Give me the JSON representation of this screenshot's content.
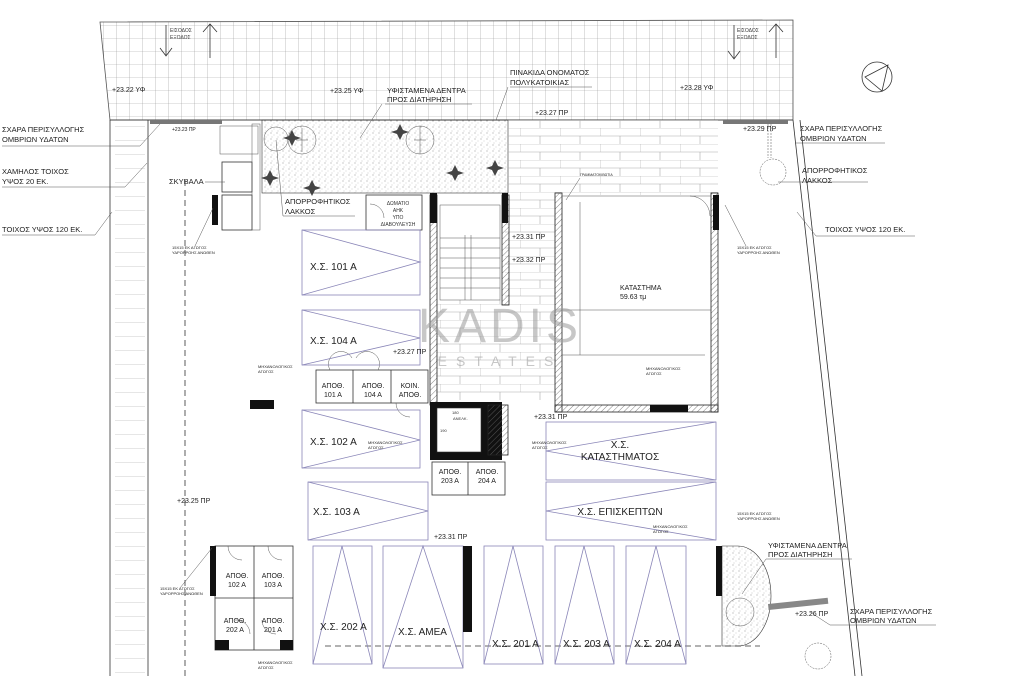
{
  "plan": {
    "entrances": [
      {
        "line1": "ΕΙΣΟΔΟΣ",
        "line2": "ΕΞΟΔΟΣ"
      },
      {
        "line1": "ΕΙΣΟΔΟΣ",
        "line2": "ΕΞΟΔΟΣ"
      }
    ],
    "levels": [
      "+23.22 ΥΦ",
      "+23.25 ΥΦ",
      "+23.28 ΥΦ",
      "+23.27 ΠΡ",
      "+23.23 ΠΡ",
      "+23.29 ΠΡ",
      "+23.31 ΠΡ",
      "+23.32 ΠΡ",
      "+23.27 ΠΡ",
      "+23.31 ΠΡ",
      "+23.25 ΠΡ",
      "+23.31 ΠΡ",
      "+23.26 ΠΡ"
    ],
    "annotations": {
      "grate_left": [
        "ΣΧΑΡΑ ΠΕΡΙΣΥΛΛΟΓΗΣ",
        "ΟΜΒΡΙΩΝ ΥΔΑΤΩΝ"
      ],
      "low_wall": [
        "ΧΑΜΗΛΟΣ ΤΟΙΧΟΣ",
        "ΥΨΟΣ 20 ΕΚ."
      ],
      "wall_left": "ΤΟΙΧΟΣ ΥΨΟΣ 120 ΕΚ.",
      "trash": "ΣΚΥΒΑΛΑ",
      "trees_top": [
        "ΥΦΙΣΤΑΜΕΝΑ ΔΕΝΤΡΑ",
        "ΠΡΟΣ ΔΙΑΤΗΡΗΣΗ"
      ],
      "sign": [
        "ΠΙΝΑΚΙΔΑ ΟΝΟΜΑΤΟΣ",
        "ΠΟΛΥΚΑΤΟΙΚΙΑΣ"
      ],
      "pit_left": [
        "ΑΠΟΡΡΟΦΗΤΙΚΟΣ",
        "ΛΑΚΚΟΣ"
      ],
      "grate_right": [
        "ΣΧΑΡΑ ΠΕΡΙΣΥΛΛΟΓΗΣ",
        "ΟΜΒΡΙΩΝ ΥΔΑΤΩΝ"
      ],
      "pit_right": [
        "ΑΠΟΡΡΟΦΗΤΙΚΟΣ",
        "ΛΑΚΚΟΣ"
      ],
      "wall_right": "ΤΟΙΧΟΣ ΥΨΟΣ 120 ΕΚ.",
      "trees_bottom": [
        "ΥΦΙΣΤΑΜΕΝΑ ΔΕΝΤΡΑ",
        "ΠΡΟΣ ΔΙΑΤΗΡΗΣΗ"
      ],
      "grate_bottom": [
        "ΣΧΑΡΑ ΠΕΡΙΣΥΛΛΟΓΗΣ",
        "ΟΜΒΡΙΩΝ ΥΔΑΤΩΝ"
      ],
      "mailboxes": "ΓΡΑΜΜΑΤΟΚΙΒΩΤΙΑ",
      "downpipe": [
        "15Χ15 ΕΚ ΑΓΩΓΟΣ",
        "ΥΔΡΟΡΡΟΗΣ ΑΝΩΘΕΝ"
      ],
      "mech_duct": [
        "ΜΗΧΑΝΟΛΟΓΙΚΟΣ",
        "ΑΓΩΓΟΣ"
      ]
    },
    "rooms": {
      "electric_room": [
        "ΔΩΜΑΤΙΟ",
        "ΑΗΚ",
        "ΥΠΟ",
        "ΔΙΑΒΟΥΛΕΥΣΗ"
      ],
      "shop": {
        "name": "ΚΑΤΑΣΤΗΜΑ",
        "area": "59.63 τμ"
      },
      "lift": "ΑΝΕΛΚ.",
      "lift_dims": [
        "180",
        "190"
      ],
      "storage": [
        [
          "ΑΠΟΘ.",
          "101 Α"
        ],
        [
          "ΑΠΟΘ.",
          "104 Α"
        ],
        [
          "ΚΟΙΝ.",
          "ΑΠΟΘ."
        ],
        [
          "ΑΠΟΘ.",
          "203 Α"
        ],
        [
          "ΑΠΟΘ.",
          "204 Α"
        ],
        [
          "ΑΠΟΘ.",
          "102 Α"
        ],
        [
          "ΑΠΟΘ.",
          "103 Α"
        ],
        [
          "ΑΠΟΘ.",
          "202 Α"
        ],
        [
          "ΑΠΟΘ.",
          "201 Α"
        ]
      ]
    },
    "parking": [
      "Χ.Σ. 101 Α",
      "Χ.Σ. 104 Α",
      "Χ.Σ. 102 Α",
      "Χ.Σ. 103 Α",
      "Χ.Σ.",
      "ΚΑΤΑΣΤΗΜΑΤΟΣ",
      "Χ.Σ. ΕΠΙΣΚΕΠΤΩΝ",
      "Χ.Σ. 202 Α",
      "Χ.Σ. ΑΜΕΑ",
      "Χ.Σ. 201 Α",
      "Χ.Σ. 203 Α",
      "Χ.Σ. 204 Α"
    ],
    "watermark": {
      "brand": "KADIS",
      "sub": "ESTATES"
    },
    "north_arrow": "north-arrow-icon",
    "colors": {
      "lines": "#333333",
      "parking": "#8a86b8",
      "watermark": "#9a9a9a",
      "accent": "#c8a86a"
    }
  }
}
